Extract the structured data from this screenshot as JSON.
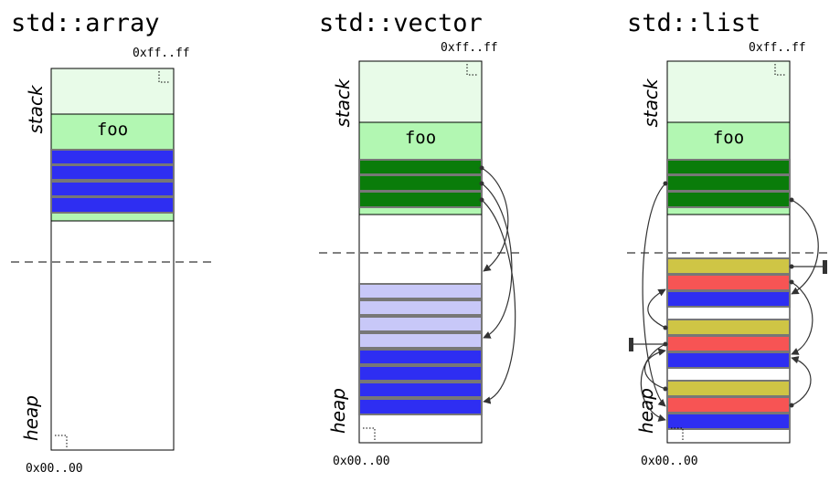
{
  "colors": {
    "stack_bg": "#e8fbe8",
    "frame_bg": "#b2f7b2",
    "blue": "#2e2ef2",
    "light_blue": "#c8c8f8",
    "dark_green": "#0a7c0a",
    "yellow": "#cfc545",
    "red": "#f75454",
    "outline": "#000000",
    "separator": "#888888",
    "arrow": "#333333"
  },
  "panels": [
    {
      "title": "std::array",
      "top_address": "0xff..ff",
      "bottom_address": "0x00..00",
      "stack_label": "stack",
      "heap_label": "heap",
      "frame_label": "foo"
    },
    {
      "title": "std::vector",
      "top_address": "0xff..ff",
      "bottom_address": "0x00..00",
      "stack_label": "stack",
      "heap_label": "heap",
      "frame_label": "foo"
    },
    {
      "title": "std::list",
      "top_address": "0xff..ff",
      "bottom_address": "0x00..00",
      "stack_label": "stack",
      "heap_label": "heap",
      "frame_label": "foo"
    }
  ]
}
